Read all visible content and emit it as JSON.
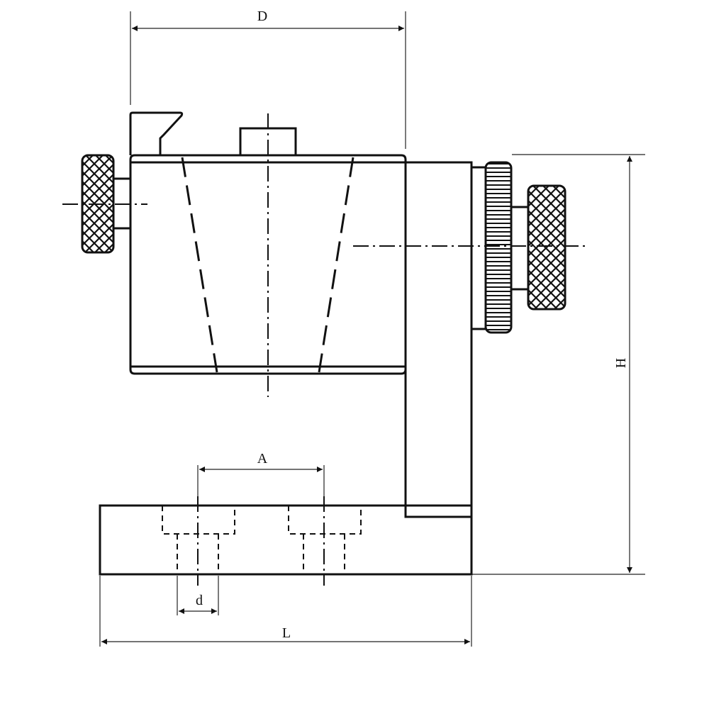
{
  "drawing": {
    "subject": "fixture",
    "dimensions": {
      "D": "D",
      "H": "H",
      "A": "A",
      "d": "d",
      "L": "L"
    }
  }
}
